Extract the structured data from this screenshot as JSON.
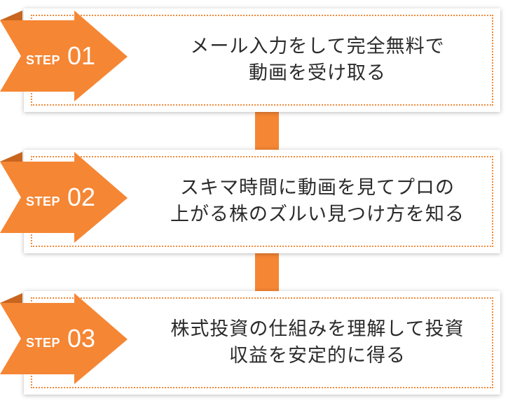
{
  "colors": {
    "accent": "#f58634",
    "accent_dark": "#c8651f",
    "dotted_border": "#f08a3a",
    "text": "#2b2b2b"
  },
  "steps": [
    {
      "step_word": "STEP",
      "number": "01",
      "line1": "メール入力をして完全無料で",
      "line2": "動画を受け取る"
    },
    {
      "step_word": "STEP",
      "number": "02",
      "line1": "スキマ時間に動画を見てプロの",
      "line2": "上がる株のズルい見つけ方を知る"
    },
    {
      "step_word": "STEP",
      "number": "03",
      "line1": "株式投資の仕組みを理解して投資",
      "line2": "収益を安定的に得る"
    }
  ]
}
